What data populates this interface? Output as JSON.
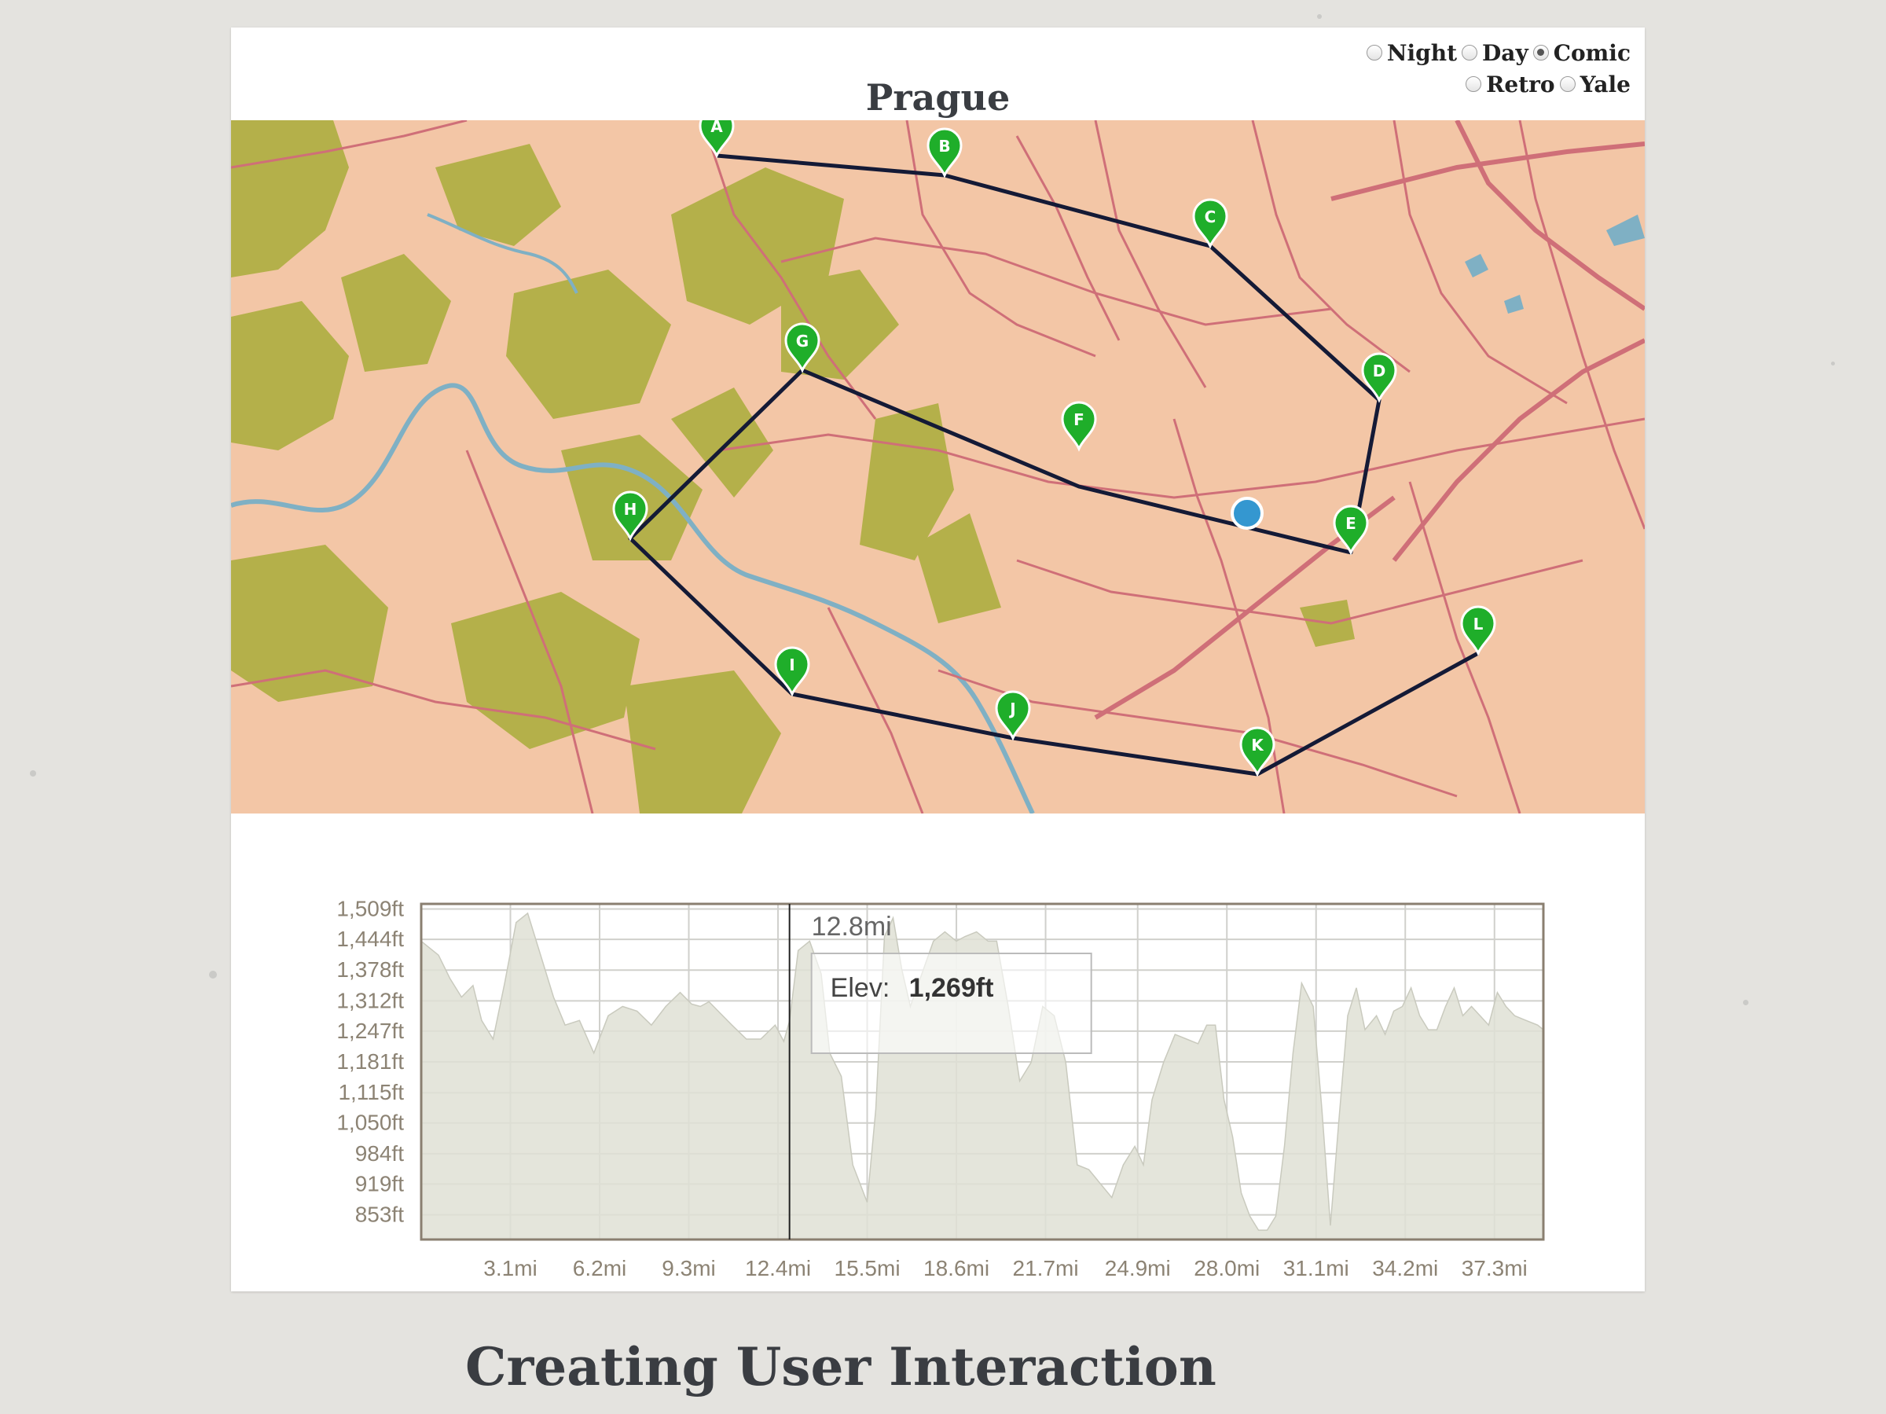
{
  "map_title": "Prague",
  "style_options": [
    {
      "label": "Night",
      "checked": false
    },
    {
      "label": "Day",
      "checked": false
    },
    {
      "label": "Comic",
      "checked": true
    },
    {
      "label": "Retro",
      "checked": false
    },
    {
      "label": "Yale",
      "checked": false
    }
  ],
  "route_markers": [
    "A",
    "B",
    "C",
    "D",
    "E",
    "F",
    "G",
    "H",
    "I",
    "J",
    "K",
    "L"
  ],
  "colors": {
    "route_line": "#141a36",
    "marker": "#1fae2a",
    "current_position": "#3497d0",
    "terrain_base": "#f3c6a6",
    "forest": "#b4b04a",
    "roads": "#cf6f78",
    "water": "#7fb0c4",
    "elevation_fill": "#dfe0d5"
  },
  "elevation_chart": {
    "y_ticks": [
      "1,509ft",
      "1,444ft",
      "1,378ft",
      "1,312ft",
      "1,247ft",
      "1,181ft",
      "1,115ft",
      "1,050ft",
      "984ft",
      "919ft",
      "853ft"
    ],
    "x_ticks": [
      "3.1mi",
      "6.2mi",
      "9.3mi",
      "12.4mi",
      "15.5mi",
      "18.6mi",
      "21.7mi",
      "24.9mi",
      "28.0mi",
      "31.1mi",
      "34.2mi",
      "37.3mi"
    ],
    "tooltip": {
      "distance": "12.8mi",
      "elev_label": "Elev:",
      "elev_value": "1,269ft"
    }
  },
  "chart_data": {
    "type": "area",
    "x_unit": "mi",
    "y_unit": "ft",
    "xlim": [
      0,
      39
    ],
    "ylim": [
      800,
      1520
    ],
    "grid": true,
    "x": [
      0,
      0.6,
      1.0,
      1.4,
      1.8,
      2.1,
      2.5,
      2.9,
      3.3,
      3.7,
      4.2,
      4.6,
      5.0,
      5.5,
      6.0,
      6.5,
      7.0,
      7.5,
      8.0,
      8.5,
      9.0,
      9.4,
      9.7,
      10.0,
      10.4,
      10.8,
      11.3,
      11.8,
      12.3,
      12.6,
      12.8,
      13.1,
      13.5,
      13.9,
      14.2,
      14.6,
      15.0,
      15.5,
      15.8,
      16.1,
      16.4,
      16.7,
      17.0,
      17.4,
      17.8,
      18.2,
      18.6,
      18.9,
      19.3,
      19.7,
      20.0,
      20.4,
      20.8,
      21.2,
      21.6,
      22.0,
      22.4,
      22.8,
      23.2,
      23.6,
      24.0,
      24.4,
      24.8,
      25.1,
      25.4,
      25.8,
      26.2,
      26.6,
      27.0,
      27.3,
      27.6,
      27.9,
      28.2,
      28.5,
      28.8,
      29.1,
      29.4,
      29.7,
      30.0,
      30.3,
      30.6,
      31.0,
      31.3,
      31.6,
      31.9,
      32.2,
      32.5,
      32.8,
      33.2,
      33.5,
      33.8,
      34.1,
      34.4,
      34.7,
      35.0,
      35.3,
      35.6,
      35.9,
      36.2,
      36.5,
      36.8,
      37.1,
      37.4,
      37.7,
      38.0,
      38.4,
      38.8,
      39.0
    ],
    "y": [
      1440,
      1410,
      1360,
      1320,
      1345,
      1270,
      1230,
      1350,
      1480,
      1500,
      1400,
      1320,
      1260,
      1270,
      1200,
      1280,
      1300,
      1290,
      1260,
      1300,
      1330,
      1305,
      1300,
      1310,
      1285,
      1260,
      1230,
      1230,
      1260,
      1225,
      1269,
      1420,
      1440,
      1370,
      1200,
      1150,
      960,
      880,
      1080,
      1450,
      1490,
      1380,
      1300,
      1370,
      1440,
      1460,
      1440,
      1450,
      1460,
      1440,
      1440,
      1300,
      1140,
      1180,
      1300,
      1280,
      1180,
      960,
      950,
      920,
      890,
      960,
      1000,
      960,
      1100,
      1180,
      1240,
      1230,
      1220,
      1260,
      1260,
      1100,
      1020,
      900,
      850,
      820,
      820,
      850,
      1000,
      1200,
      1350,
      1300,
      1080,
      830,
      1060,
      1280,
      1340,
      1250,
      1280,
      1240,
      1290,
      1300,
      1340,
      1280,
      1250,
      1250,
      1300,
      1340,
      1280,
      1300,
      1280,
      1260,
      1330,
      1300,
      1280,
      1270,
      1260,
      1250
    ]
  }
}
